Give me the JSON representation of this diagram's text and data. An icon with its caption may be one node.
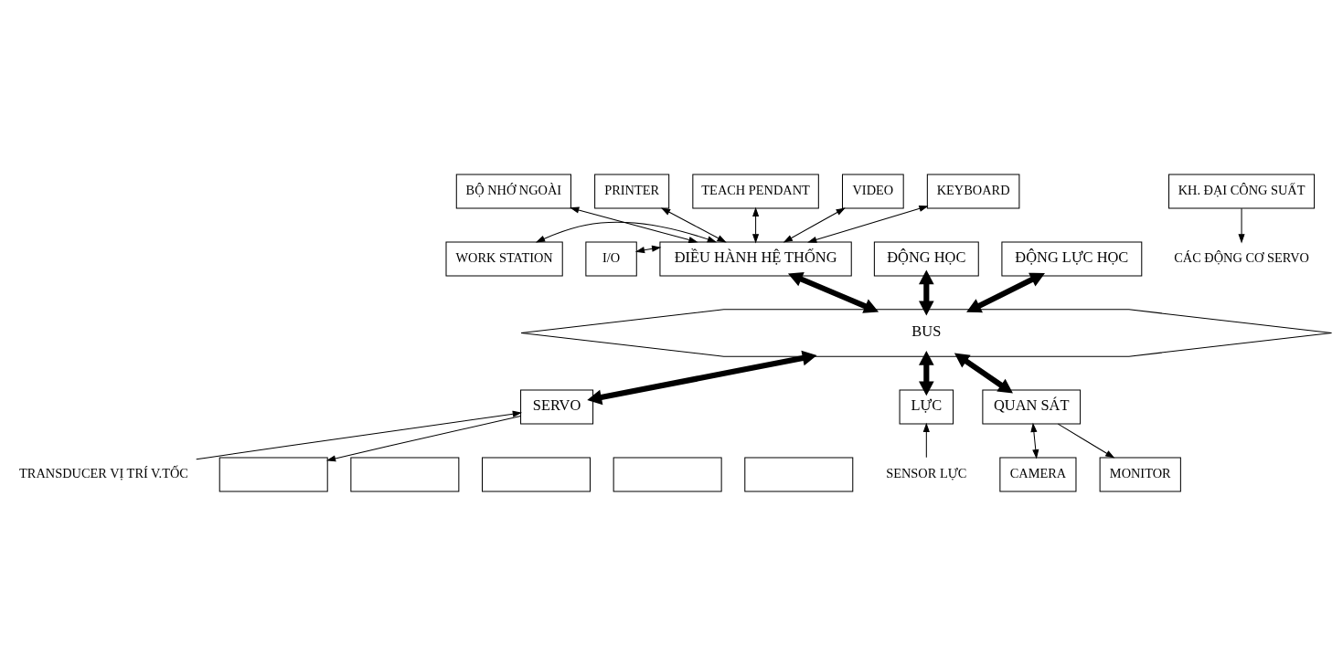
{
  "diagram": {
    "nodes": [
      {
        "text": [
          "BỘ NHỚ NGOÀI"
        ]
      },
      {
        "text": [
          "PRINTER"
        ]
      },
      {
        "text": [
          "TEACH PENDANT"
        ]
      },
      {
        "text": [
          "VIDEO"
        ]
      },
      {
        "text": [
          "KEYBOARD"
        ]
      },
      {
        "text": [
          "WORK STATION"
        ]
      },
      {
        "text": [
          "I/O"
        ]
      },
      {
        "text": [
          "ĐIỀU HÀNH HỆ THỐNG"
        ]
      },
      {
        "text": [
          "ĐỘNG HỌC"
        ]
      },
      {
        "text": [
          "ĐỘNG LỰC HỌC"
        ]
      },
      {
        "text": [
          "BUS"
        ]
      },
      {
        "text": [
          "SERVO"
        ]
      },
      {
        "text": [
          "LỰC"
        ]
      },
      {
        "text": [
          "QUAN SÁT"
        ]
      },
      {
        "text": [],
        "shape": "box"
      },
      {
        "text": [],
        "shape": "box"
      },
      {
        "text": [],
        "shape": "box"
      },
      {
        "text": [],
        "shape": "box"
      },
      {
        "text": [],
        "shape": "box"
      },
      {
        "text": [
          "KH. ĐẠI CÔNG SUẤT"
        ]
      },
      {
        "text": [
          "CAMERA"
        ]
      },
      {
        "text": [
          "MONITOR"
        ]
      },
      {
        "text": [
          "TRANSDUCER VỊ TRÍ V.TỐC"
        ]
      },
      {
        "text": [
          "CÁC ĐỘNG CƠ SERVO"
        ]
      },
      {
        "text": [
          "SENSOR LỰC"
        ]
      }
    ],
    "edges": [
      {
        "from": 0,
        "to": 7,
        "arrow": "both"
      },
      {
        "from": 1,
        "to": 7,
        "arrow": "both"
      },
      {
        "from": 2,
        "to": 7,
        "arrow": "both"
      },
      {
        "from": 7,
        "to": 3,
        "arrow": "both"
      },
      {
        "from": 7,
        "to": 4,
        "arrow": "both"
      },
      {
        "from": 5,
        "to": 7,
        "arrow": "both"
      },
      {
        "from": 6,
        "to": 7,
        "arrow": "both"
      },
      {
        "from": 7,
        "to": 10,
        "arrow": "both",
        "style": "thick"
      },
      {
        "from": 8,
        "to": 10,
        "arrow": "both",
        "style": "thick"
      },
      {
        "from": 9,
        "to": 10,
        "arrow": "both",
        "style": "thick"
      },
      {
        "from": 10,
        "to": 11,
        "arrow": "both",
        "style": "thick"
      },
      {
        "from": 10,
        "to": 12,
        "arrow": "both",
        "style": "thick"
      },
      {
        "from": 10,
        "to": 13,
        "arrow": "both",
        "style": "thick"
      },
      {
        "from": 11,
        "to": 14,
        "arrow": "to"
      },
      {
        "from": 22,
        "to": 11,
        "arrow": "to"
      },
      {
        "from": 19,
        "to": 23,
        "arrow": "to"
      },
      {
        "from": 24,
        "to": 12,
        "arrow": "to"
      },
      {
        "from": 13,
        "to": 20,
        "arrow": "both"
      },
      {
        "from": 13,
        "to": 21,
        "arrow": "to"
      }
    ]
  }
}
